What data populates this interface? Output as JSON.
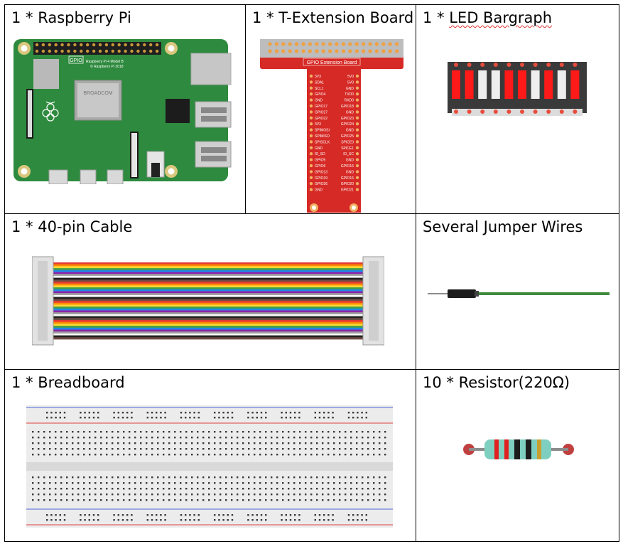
{
  "items": [
    {
      "quantity": "1",
      "name": "Raspberry Pi"
    },
    {
      "quantity": "1",
      "name": "T-Extension Board"
    },
    {
      "quantity": "1",
      "name": "LED Bargraph"
    },
    {
      "quantity": "1",
      "name": "40-pin Cable"
    },
    {
      "quantity": "Several",
      "name": "Jumper Wires"
    },
    {
      "quantity": "1",
      "name": "Breadboard"
    },
    {
      "quantity": "10",
      "name": "Resistor(220Ω)"
    }
  ],
  "sep": " * ",
  "pi_board": {
    "gpio": "GPIO",
    "model": "Raspberry Pi 4 Model B",
    "copyright": "© Raspberry Pi 2018",
    "chip": "BROADCOM"
  },
  "t_board": {
    "title": "GPIO Extension Board",
    "left_pins": [
      "3V3",
      "SDA1",
      "SCL1",
      "GPIO4",
      "GND",
      "GPIO17",
      "GPIO27",
      "GPIO22",
      "3V3",
      "SPIMOSI",
      "SPIMISO",
      "SPISCLK",
      "GND",
      "ID_SD",
      "GPIO5",
      "GPIO6",
      "GPIO13",
      "GPIO19",
      "GPIO26",
      "GND"
    ],
    "right_pins": [
      "5V0",
      "5V0",
      "GND",
      "TXD0",
      "RXD0",
      "GPIO18",
      "GND",
      "GPIO23",
      "GPIO24",
      "GND",
      "GPIO25",
      "SPICE0",
      "SPICE1",
      "ID_SC",
      "GND",
      "GPIO16",
      "GND",
      "GPIO16",
      "GPIO20",
      "GPIO21"
    ]
  },
  "colors": {
    "pcb_green": "#2e8a3e",
    "extension_red": "#d62a26",
    "led_red": "#ff1a1a"
  }
}
